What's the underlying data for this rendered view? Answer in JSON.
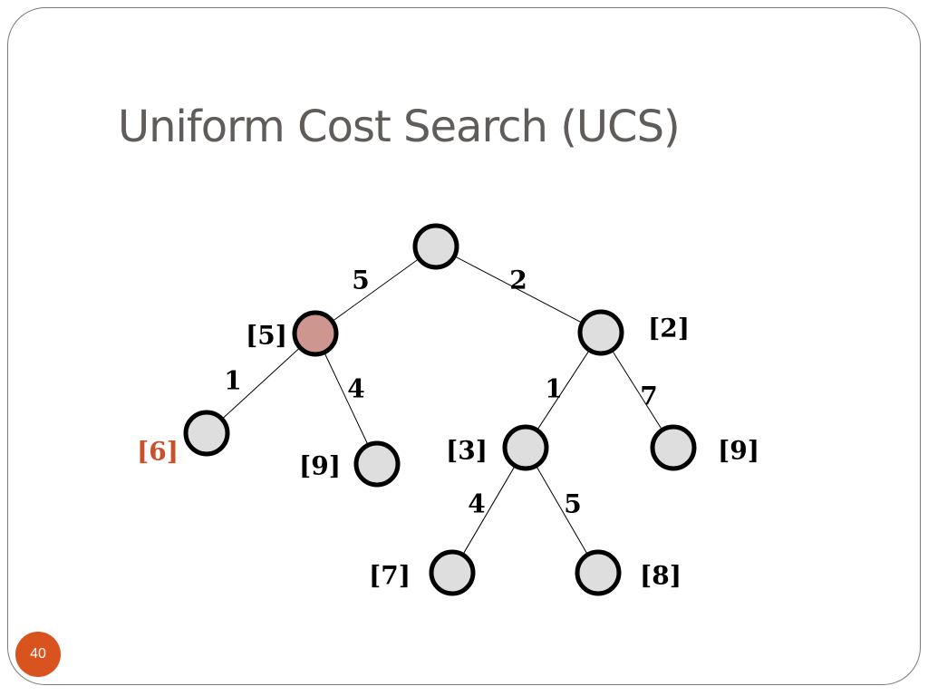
{
  "slide": {
    "title": "Uniform Cost Search (UCS)",
    "page_number": "40"
  },
  "colors": {
    "title": "#5f5c5a",
    "node_fill": "#dedede",
    "node_expanded_fill": "#cd968e",
    "node_stroke": "#000000",
    "highlight_label": "#c8502a",
    "badge": "#d9531e"
  },
  "tree": {
    "nodes": [
      {
        "id": "root",
        "cost": "",
        "state": "default"
      },
      {
        "id": "a",
        "cost": "[5]",
        "state": "expanded"
      },
      {
        "id": "b",
        "cost": "[2]",
        "state": "default"
      },
      {
        "id": "c",
        "cost": "[6]",
        "state": "highlighted"
      },
      {
        "id": "d",
        "cost": "[9]",
        "state": "default"
      },
      {
        "id": "e",
        "cost": "[3]",
        "state": "default"
      },
      {
        "id": "f",
        "cost": "[9]",
        "state": "default"
      },
      {
        "id": "g",
        "cost": "[7]",
        "state": "default"
      },
      {
        "id": "h",
        "cost": "[8]",
        "state": "default"
      }
    ],
    "edges": [
      {
        "from": "root",
        "to": "a",
        "weight": "5"
      },
      {
        "from": "root",
        "to": "b",
        "weight": "2"
      },
      {
        "from": "a",
        "to": "c",
        "weight": "1"
      },
      {
        "from": "a",
        "to": "d",
        "weight": "4"
      },
      {
        "from": "b",
        "to": "e",
        "weight": "1"
      },
      {
        "from": "b",
        "to": "f",
        "weight": "7"
      },
      {
        "from": "e",
        "to": "g",
        "weight": "4"
      },
      {
        "from": "e",
        "to": "h",
        "weight": "5"
      }
    ]
  }
}
